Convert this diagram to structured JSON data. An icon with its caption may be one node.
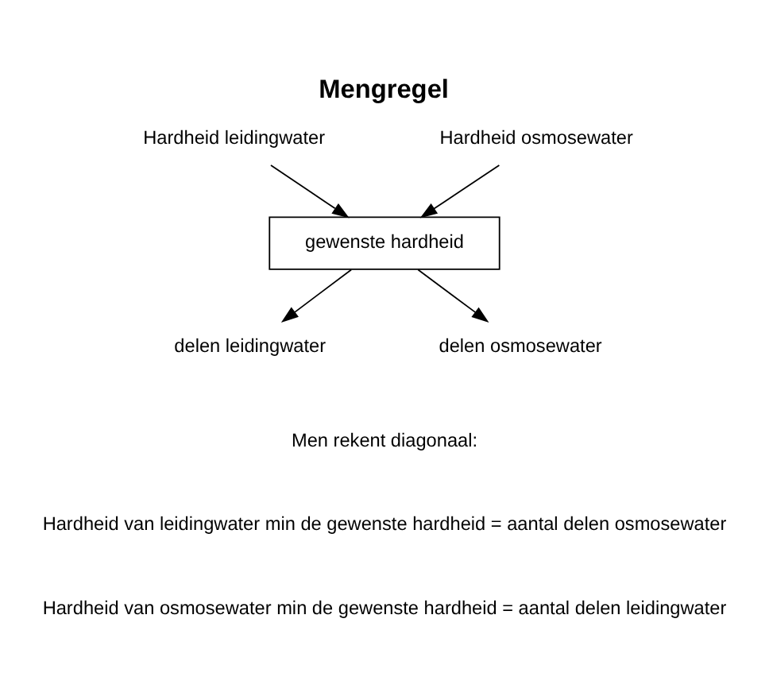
{
  "diagram": {
    "title": "Mengregel",
    "nodes": [
      {
        "text": [
          "Hardheid leidingwater"
        ]
      },
      {
        "text": [
          "Hardheid osmosewater"
        ]
      },
      {
        "text": [
          "gewenste hardheid"
        ]
      },
      {
        "text": [
          "delen leidingwater"
        ]
      },
      {
        "text": [
          "delen osmosewater"
        ]
      }
    ],
    "edges": [
      {
        "from": 0,
        "to": 2,
        "arrow": "to"
      },
      {
        "from": 1,
        "to": 2,
        "arrow": "to"
      },
      {
        "from": 2,
        "to": 3,
        "arrow": "to"
      },
      {
        "from": 2,
        "to": 4,
        "arrow": "to"
      }
    ],
    "labels": [
      "Men rekent diagonaal:",
      "Hardheid van leidingwater min de gewenste hardheid = aantal delen osmosewater",
      "Hardheid van osmosewater min de gewenste hardheid = aantal delen leidingwater"
    ]
  }
}
